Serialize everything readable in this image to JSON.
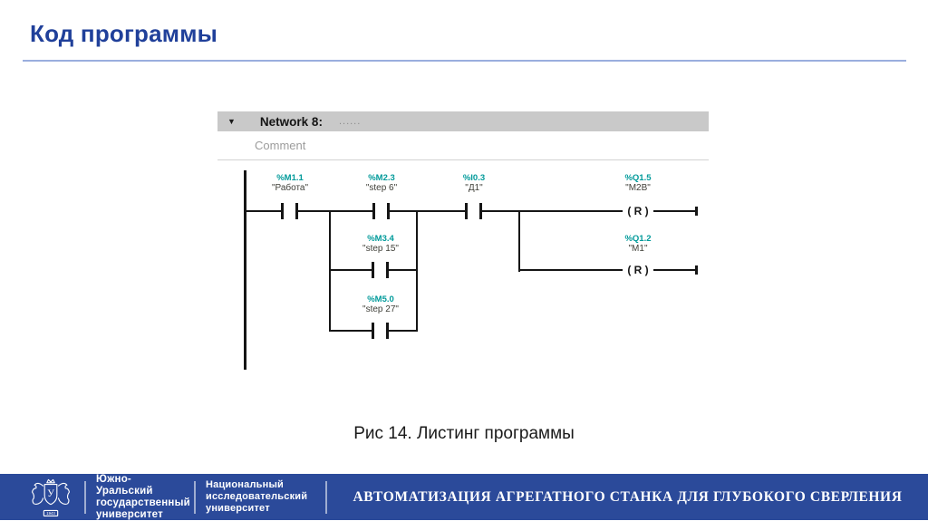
{
  "slide": {
    "title": "Код программы",
    "caption": "Рис 14. Листинг программы"
  },
  "network": {
    "collapse_icon": "▼",
    "label": "Network 8:",
    "title_placeholder": "......",
    "comment_placeholder": "Comment"
  },
  "ladder": {
    "type": "ladder-logic",
    "contacts": [
      {
        "address": "%M1.1",
        "name": "\"Работа\""
      },
      {
        "address": "%M2.3",
        "name": "\"step 6\""
      },
      {
        "address": "%I0.3",
        "name": "\"Д1\""
      },
      {
        "address": "%M3.4",
        "name": "\"step 15\""
      },
      {
        "address": "%M5.0",
        "name": "\"step 27\""
      }
    ],
    "coils": [
      {
        "address": "%Q1.5",
        "name": "\"M2B\"",
        "symbol": "( R )"
      },
      {
        "address": "%Q1.2",
        "name": "\"M1\"",
        "symbol": "( R )"
      }
    ]
  },
  "footer": {
    "logo_letter": "У",
    "logo_year": "1943",
    "university1": {
      "line1": "Южно-Уральский",
      "line2": "государственный",
      "line3": "университет"
    },
    "university2": {
      "line1": "Национальный",
      "line2": "исследовательский",
      "line3": "университет"
    },
    "project_title": "АВТОМАТИЗАЦИЯ АГРЕГАТНОГО СТАНКА ДЛЯ ГЛУБОКОГО СВЕРЛЕНИЯ"
  },
  "colors": {
    "title_blue": "#20409a",
    "footer_blue": "#2b4a9a",
    "address_teal": "#009a9a",
    "network_bar_gray": "#c9c9c9"
  }
}
